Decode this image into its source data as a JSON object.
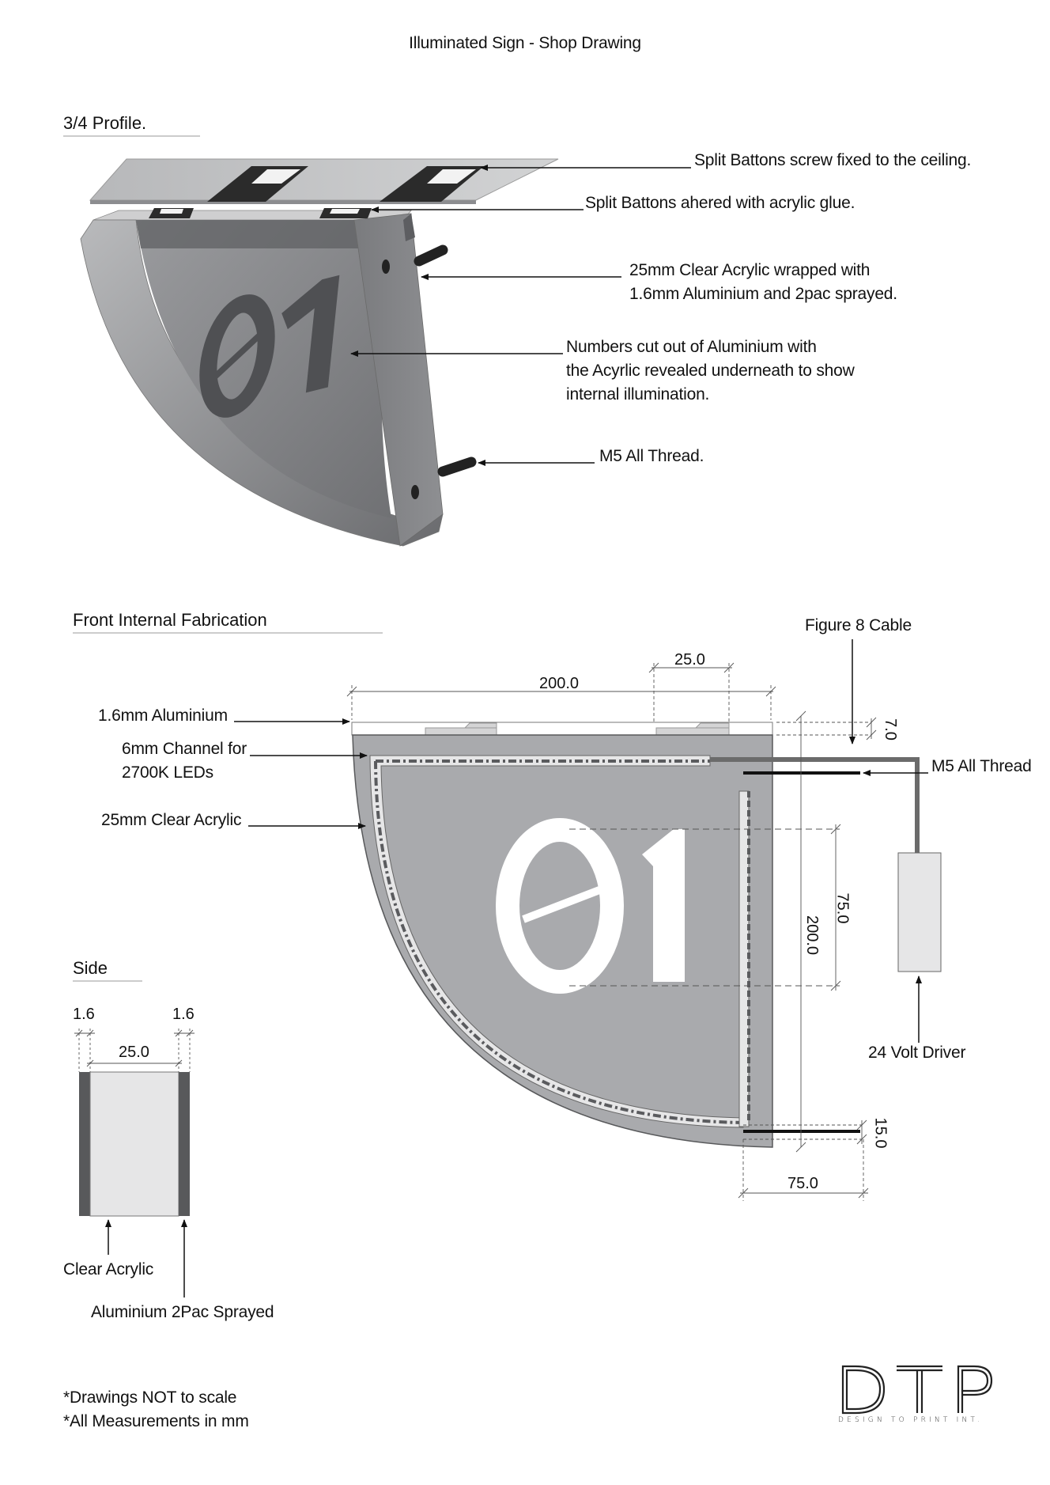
{
  "title": "Illuminated Sign - Shop Drawing",
  "sections": {
    "profile": "3/4 Profile.",
    "front": "Front Internal Fabrication",
    "side": "Side"
  },
  "profile_callouts": {
    "battons_ceiling": "Split Battons screw fixed to the ceiling.",
    "battons_glue": "Split Battons ahered with acrylic glue.",
    "acrylic_wrapped": "25mm Clear Acrylic wrapped with\n1.6mm Aluminium and 2pac sprayed.",
    "numbers_cut": "Numbers cut out of Aluminium with\nthe Acyrlic revealed underneath to show\ninternal illumination.",
    "m5_thread": "M5 All Thread."
  },
  "sign_number": "01",
  "front_callouts": {
    "aluminium": "1.6mm Aluminium",
    "channel": "6mm Channel for\n2700K LEDs",
    "acrylic": "25mm Clear Acrylic",
    "figure8": "Figure 8 Cable",
    "m5": "M5 All Thread",
    "driver": "24 Volt Driver"
  },
  "front_dims": {
    "top_width": "200.0",
    "batton_width": "25.0",
    "top_gap": "7.0",
    "height": "200.0",
    "number_height": "75.0",
    "bottom_gap": "15.0",
    "bottom_width": "75.0"
  },
  "side": {
    "left_skin": "1.6",
    "right_skin": "1.6",
    "core": "25.0",
    "clear_acrylic": "Clear Acrylic",
    "aluminium_sprayed": "Aluminium 2Pac Sprayed"
  },
  "notes": [
    "*Drawings NOT to scale",
    "*All Measurements in mm"
  ],
  "logo": {
    "mark": "DTP",
    "tagline": "DESIGN TO PRINT INT."
  },
  "colors": {
    "panel_face": "#a9aaad",
    "panel_dark": "#7d7e81",
    "acrylic": "#e6e6e7",
    "aluminium_edge": "#58595b",
    "number_fill": "#ffffff",
    "number_dark": "#5a5b5e"
  }
}
